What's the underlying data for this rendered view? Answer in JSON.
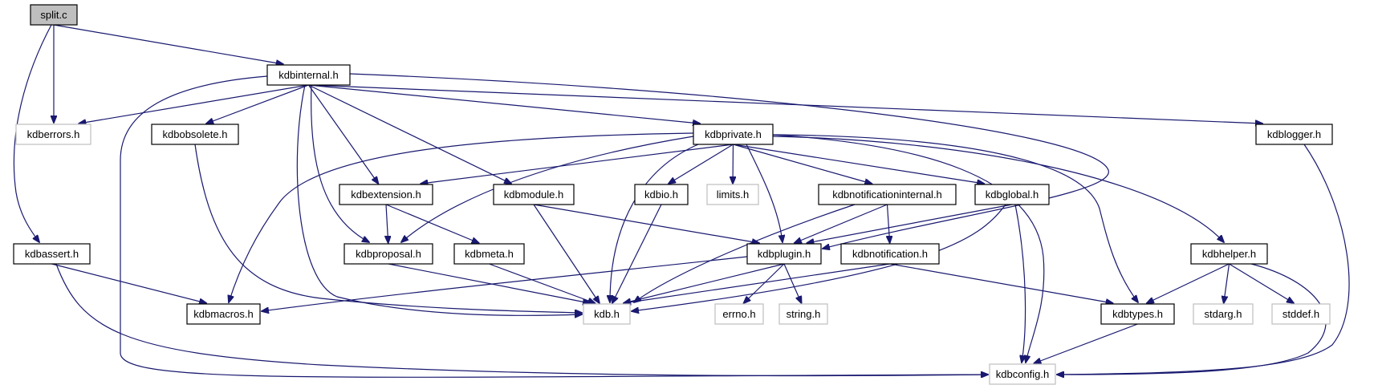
{
  "title": "split.c include dependency graph",
  "colors": {
    "edge": "#191970",
    "focus_fill": "#bfbfbf",
    "documented_border": "#000000",
    "external_border": "#bfbfbf"
  },
  "nodes": [
    {
      "id": "split_c",
      "label": "split.c",
      "kind": "focus"
    },
    {
      "id": "kdbinternal_h",
      "label": "kdbinternal.h",
      "kind": "documented"
    },
    {
      "id": "kdberrors_h",
      "label": "kdberrors.h",
      "kind": "external"
    },
    {
      "id": "kdbobsolete_h",
      "label": "kdbobsolete.h",
      "kind": "documented"
    },
    {
      "id": "kdbprivate_h",
      "label": "kdbprivate.h",
      "kind": "documented"
    },
    {
      "id": "kdblogger_h",
      "label": "kdblogger.h",
      "kind": "documented"
    },
    {
      "id": "kdbextension_h",
      "label": "kdbextension.h",
      "kind": "documented"
    },
    {
      "id": "kdbmodule_h",
      "label": "kdbmodule.h",
      "kind": "documented"
    },
    {
      "id": "kdbio_h",
      "label": "kdbio.h",
      "kind": "documented"
    },
    {
      "id": "limits_h",
      "label": "limits.h",
      "kind": "external"
    },
    {
      "id": "kdbnotificationinternal_h",
      "label": "kdbnotificationinternal.h",
      "kind": "documented"
    },
    {
      "id": "kdbglobal_h",
      "label": "kdbglobal.h",
      "kind": "documented"
    },
    {
      "id": "kdbassert_h",
      "label": "kdbassert.h",
      "kind": "documented"
    },
    {
      "id": "kdbproposal_h",
      "label": "kdbproposal.h",
      "kind": "documented"
    },
    {
      "id": "kdbmeta_h",
      "label": "kdbmeta.h",
      "kind": "documented"
    },
    {
      "id": "kdbplugin_h",
      "label": "kdbplugin.h",
      "kind": "documented"
    },
    {
      "id": "kdbnotification_h",
      "label": "kdbnotification.h",
      "kind": "documented"
    },
    {
      "id": "kdbhelper_h",
      "label": "kdbhelper.h",
      "kind": "documented"
    },
    {
      "id": "kdbmacros_h",
      "label": "kdbmacros.h",
      "kind": "documented"
    },
    {
      "id": "kdb_h",
      "label": "kdb.h",
      "kind": "external"
    },
    {
      "id": "errno_h",
      "label": "errno.h",
      "kind": "external"
    },
    {
      "id": "string_h",
      "label": "string.h",
      "kind": "external"
    },
    {
      "id": "kdbtypes_h",
      "label": "kdbtypes.h",
      "kind": "documented"
    },
    {
      "id": "stdarg_h",
      "label": "stdarg.h",
      "kind": "external"
    },
    {
      "id": "stddef_h",
      "label": "stddef.h",
      "kind": "external"
    },
    {
      "id": "kdbconfig_h",
      "label": "kdbconfig.h",
      "kind": "external"
    }
  ],
  "edges": [
    {
      "from": "split_c",
      "to": "kdbinternal_h"
    },
    {
      "from": "split_c",
      "to": "kdberrors_h"
    },
    {
      "from": "split_c",
      "to": "kdbassert_h"
    },
    {
      "from": "kdbinternal_h",
      "to": "kdberrors_h"
    },
    {
      "from": "kdbinternal_h",
      "to": "kdbobsolete_h"
    },
    {
      "from": "kdbinternal_h",
      "to": "kdbprivate_h"
    },
    {
      "from": "kdbinternal_h",
      "to": "kdblogger_h"
    },
    {
      "from": "kdbinternal_h",
      "to": "kdbextension_h"
    },
    {
      "from": "kdbinternal_h",
      "to": "kdbmodule_h"
    },
    {
      "from": "kdbinternal_h",
      "to": "kdbproposal_h"
    },
    {
      "from": "kdbinternal_h",
      "to": "kdb_h"
    },
    {
      "from": "kdbinternal_h",
      "to": "kdbconfig_h"
    },
    {
      "from": "kdbinternal_h",
      "to": "kdbplugin_h"
    },
    {
      "from": "kdbobsolete_h",
      "to": "kdb_h"
    },
    {
      "from": "kdbprivate_h",
      "to": "kdbextension_h"
    },
    {
      "from": "kdbprivate_h",
      "to": "kdbproposal_h"
    },
    {
      "from": "kdbprivate_h",
      "to": "kdbmacros_h"
    },
    {
      "from": "kdbprivate_h",
      "to": "kdbio_h"
    },
    {
      "from": "kdbprivate_h",
      "to": "limits_h"
    },
    {
      "from": "kdbprivate_h",
      "to": "kdb_h"
    },
    {
      "from": "kdbprivate_h",
      "to": "kdbplugin_h"
    },
    {
      "from": "kdbprivate_h",
      "to": "kdbnotificationinternal_h"
    },
    {
      "from": "kdbprivate_h",
      "to": "kdbglobal_h"
    },
    {
      "from": "kdbprivate_h",
      "to": "kdbhelper_h"
    },
    {
      "from": "kdbprivate_h",
      "to": "kdbtypes_h"
    },
    {
      "from": "kdbprivate_h",
      "to": "kdbconfig_h"
    },
    {
      "from": "kdblogger_h",
      "to": "kdbconfig_h"
    },
    {
      "from": "kdbextension_h",
      "to": "kdbproposal_h"
    },
    {
      "from": "kdbextension_h",
      "to": "kdbmeta_h"
    },
    {
      "from": "kdbmodule_h",
      "to": "kdb_h"
    },
    {
      "from": "kdbmodule_h",
      "to": "kdbplugin_h"
    },
    {
      "from": "kdbio_h",
      "to": "kdb_h"
    },
    {
      "from": "kdbnotificationinternal_h",
      "to": "kdb_h"
    },
    {
      "from": "kdbnotificationinternal_h",
      "to": "kdbplugin_h"
    },
    {
      "from": "kdbnotificationinternal_h",
      "to": "kdbnotification_h"
    },
    {
      "from": "kdbglobal_h",
      "to": "kdbplugin_h"
    },
    {
      "from": "kdbglobal_h",
      "to": "kdb_h"
    },
    {
      "from": "kdbglobal_h",
      "to": "kdbconfig_h"
    },
    {
      "from": "kdbassert_h",
      "to": "kdbmacros_h"
    },
    {
      "from": "kdbassert_h",
      "to": "kdbconfig_h"
    },
    {
      "from": "kdbproposal_h",
      "to": "kdb_h"
    },
    {
      "from": "kdbmeta_h",
      "to": "kdb_h"
    },
    {
      "from": "kdbplugin_h",
      "to": "kdbmacros_h"
    },
    {
      "from": "kdbplugin_h",
      "to": "kdb_h"
    },
    {
      "from": "kdbplugin_h",
      "to": "errno_h"
    },
    {
      "from": "kdbplugin_h",
      "to": "string_h"
    },
    {
      "from": "kdbnotification_h",
      "to": "kdb_h"
    },
    {
      "from": "kdbnotification_h",
      "to": "kdbtypes_h"
    },
    {
      "from": "kdbhelper_h",
      "to": "kdbtypes_h"
    },
    {
      "from": "kdbhelper_h",
      "to": "stdarg_h"
    },
    {
      "from": "kdbhelper_h",
      "to": "stddef_h"
    },
    {
      "from": "kdbhelper_h",
      "to": "kdbconfig_h"
    },
    {
      "from": "kdbtypes_h",
      "to": "kdbconfig_h"
    }
  ]
}
